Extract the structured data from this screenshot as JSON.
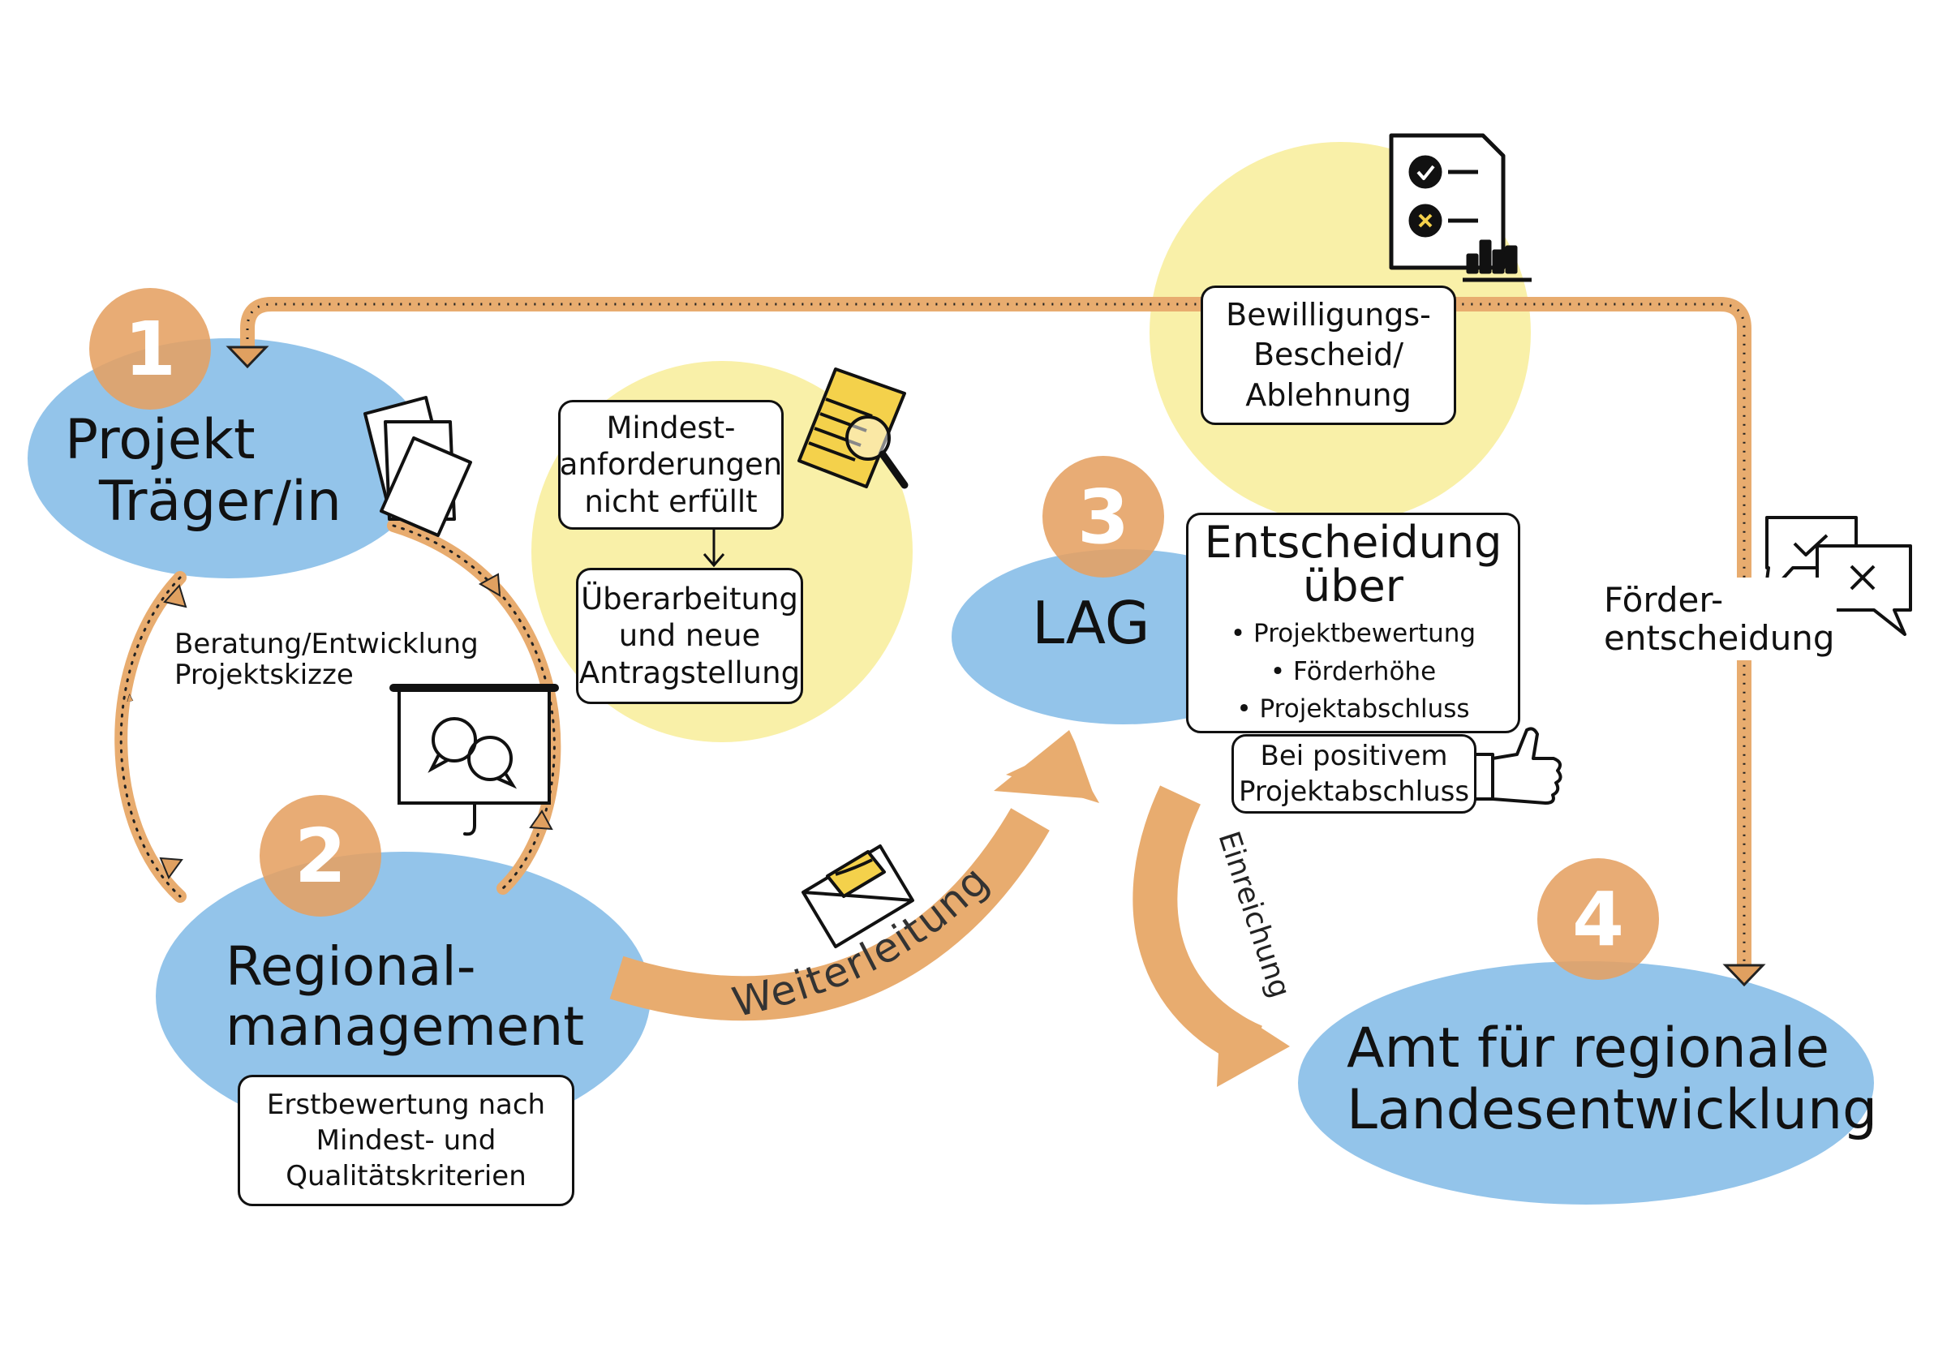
{
  "colors": {
    "ellipse_blue": "#93c4ea",
    "highlight_yellow": "#f9f0a8",
    "number_orange": "#e5a062",
    "arrow_orange": "#e8ac6f"
  },
  "nodes": {
    "n1": {
      "number": "1",
      "line1": "Projekt",
      "line2": "Träger/in"
    },
    "n2": {
      "number": "2",
      "line1": "Regional-",
      "line2": "management"
    },
    "n3": {
      "number": "3",
      "line1": "LAG"
    },
    "n4": {
      "number": "4",
      "line1": "Amt für regionale",
      "line2": "Landesentwicklung"
    }
  },
  "cycle": {
    "line1": "Beratung/Entwicklung",
    "line2": "Projektskizze"
  },
  "erstbewertung": {
    "line1": "Erstbewertung nach",
    "line2": "Mindest- und",
    "line3": "Qualitätskriterien"
  },
  "mindest": {
    "line1": "Mindest-",
    "line2": "anforderungen",
    "line3": "nicht erfüllt"
  },
  "ueberarbeitung": {
    "line1": "Überarbeitung",
    "line2": "und neue",
    "line3": "Antragstellung"
  },
  "entscheidung": {
    "title1": "Entscheidung",
    "title2": "über",
    "items": [
      "• Projektbewertung",
      "• Förderhöhe",
      "• Projektabschluss"
    ]
  },
  "positiv": {
    "line1": "Bei positivem",
    "line2": "Projektabschluss"
  },
  "bescheid": {
    "line1": "Bewilligungs-",
    "line2": "Bescheid/",
    "line3": "Ablehnung"
  },
  "foerder": {
    "line1": "Förder-",
    "line2": "entscheidung"
  },
  "arrows": {
    "weiterleitung": "Weiterleitung",
    "einreichung": "Einreichung"
  },
  "icons": [
    "papers-icon",
    "presentation-chat-icon",
    "document-search-icon",
    "envelope-icon",
    "checklist-chart-icon",
    "thumbs-up-icon",
    "check-cross-bubbles-icon"
  ]
}
